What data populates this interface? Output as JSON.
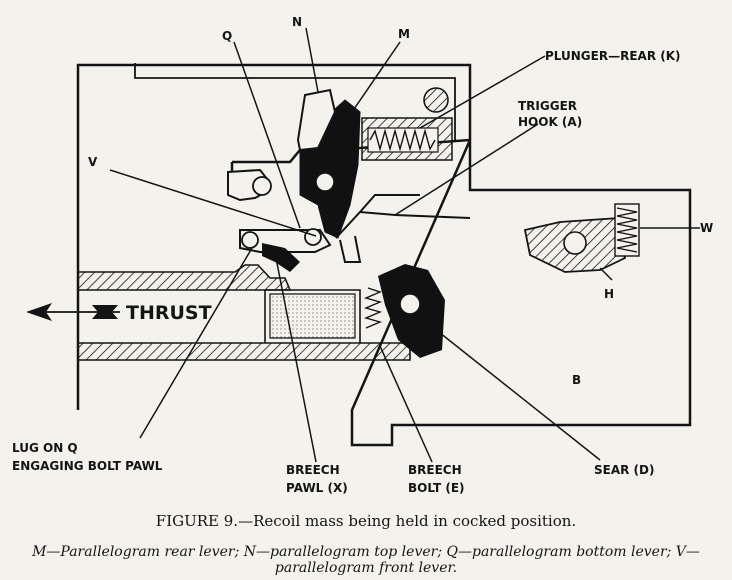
{
  "labels": {
    "n": "N",
    "q": "Q",
    "m": "M",
    "plunger_rear": "PLUNGER—REAR (K)",
    "trigger_hook_line1": "TRIGGER",
    "trigger_hook_line2": "HOOK (A)",
    "v": "V",
    "w": "W",
    "h": "H",
    "thrust": "THRUST",
    "b": "B",
    "lug_line1": "LUG ON Q",
    "lug_line2": "ENGAGING BOLT PAWL",
    "breech_pawl_line1": "BREECH",
    "breech_pawl_line2": "PAWL (X)",
    "breech_bolt_line1": "BREECH",
    "breech_bolt_line2": "BOLT (E)",
    "sear": "SEAR (D)"
  },
  "caption": "FIGURE 9.—Recoil mass being held in cocked position.",
  "legend": "M—Parallelogram rear lever; N—parallelogram top lever; Q—parallelogram bottom lever; V—parallelogram front lever."
}
